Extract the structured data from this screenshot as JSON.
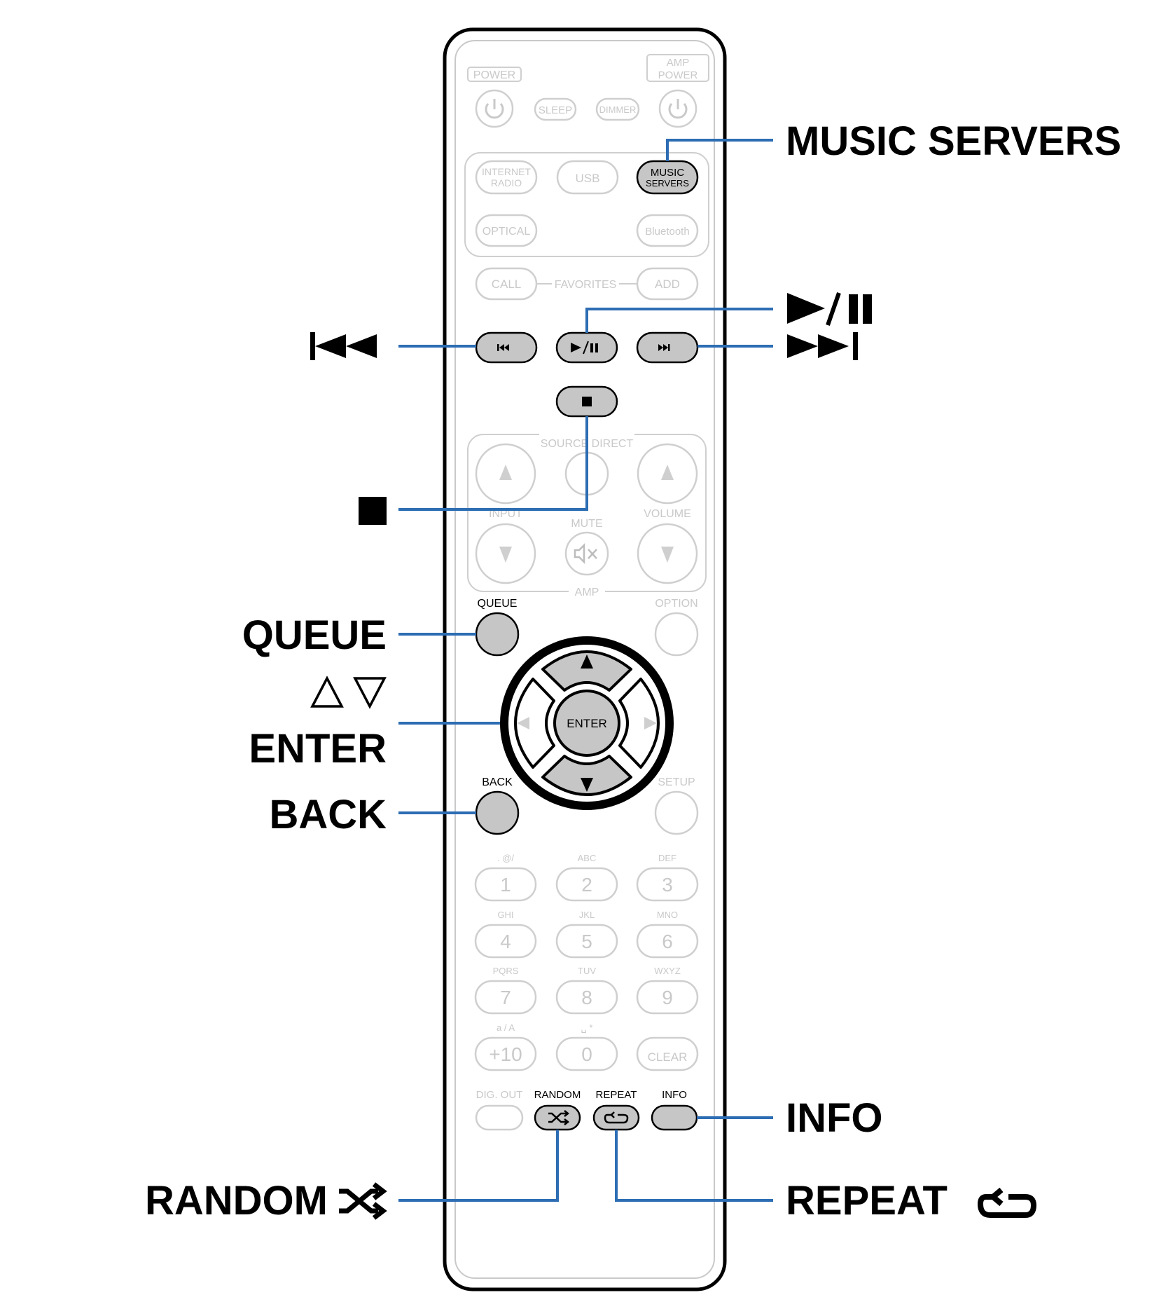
{
  "callouts": {
    "music_servers": "MUSIC SERVERS",
    "queue": "QUEUE",
    "enter": "ENTER",
    "back": "BACK",
    "info": "INFO",
    "random": "RANDOM",
    "repeat": "REPEAT"
  },
  "icons": {
    "skip_back": "skip-back-icon",
    "play_pause": "play-pause-icon",
    "skip_forward": "skip-forward-icon",
    "stop": "stop-icon",
    "up_down": "up-down-triangle-icon",
    "random": "shuffle-icon",
    "repeat": "repeat-icon"
  },
  "remote": {
    "power": "POWER",
    "amp_power_line1": "AMP",
    "amp_power_line2": "POWER",
    "sleep": "SLEEP",
    "dimmer": "DIMMER",
    "internet_radio_line1": "INTERNET",
    "internet_radio_line2": "RADIO",
    "usb": "USB",
    "music_servers_line1": "MUSIC",
    "music_servers_line2": "SERVERS",
    "optical": "OPTICAL",
    "bluetooth": "Bluetooth",
    "call": "CALL",
    "favorites": "FAVORITES",
    "add": "ADD",
    "source_direct": "SOURCE DIRECT",
    "input": "INPUT",
    "mute": "MUTE",
    "volume": "VOLUME",
    "amp": "AMP",
    "queue": "QUEUE",
    "option": "OPTION",
    "enter": "ENTER",
    "back": "BACK",
    "setup": "SETUP",
    "keypad": [
      {
        "label": "1",
        "sub": ". @/"
      },
      {
        "label": "2",
        "sub": "ABC"
      },
      {
        "label": "3",
        "sub": "DEF"
      },
      {
        "label": "4",
        "sub": "GHI"
      },
      {
        "label": "5",
        "sub": "JKL"
      },
      {
        "label": "6",
        "sub": "MNO"
      },
      {
        "label": "7",
        "sub": "PQRS"
      },
      {
        "label": "8",
        "sub": "TUV"
      },
      {
        "label": "9",
        "sub": "WXYZ"
      },
      {
        "label": "+10",
        "sub": "a / A"
      },
      {
        "label": "0",
        "sub": "␣ *"
      },
      {
        "label": "CLEAR",
        "sub": ""
      }
    ],
    "dig_out": "DIG. OUT",
    "random": "RANDOM",
    "repeat": "REPEAT",
    "info": "INFO"
  },
  "colors": {
    "leader_line": "#2d6db3",
    "highlight_button": "#c6c6c6",
    "dim_button_outline": "#cfcfcf"
  }
}
